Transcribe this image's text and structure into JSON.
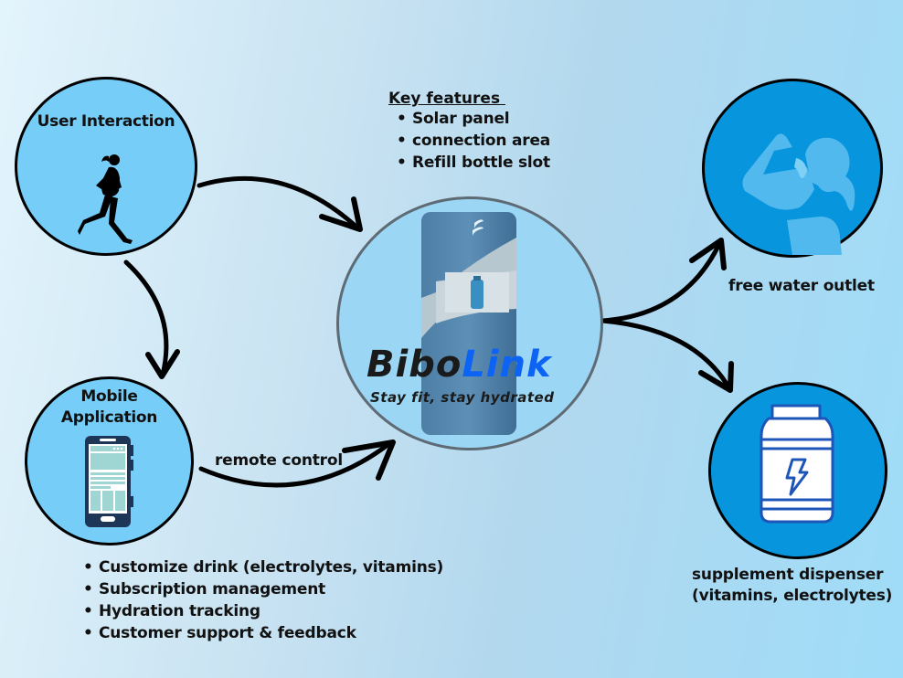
{
  "nodes": {
    "user_interaction": {
      "label": "User Interaction",
      "icon": "runner-icon"
    },
    "mobile_app": {
      "label_line1": "Mobile",
      "label_line2": "Application",
      "icon": "smartphone-icon"
    },
    "bibolink": {
      "brand_part1": "Bibo",
      "brand_part2": "Link",
      "tagline": "Stay fit, stay hydrated",
      "icon": "water-dispenser-icon",
      "brand_colors": {
        "dark": "#1a1a1a",
        "accent": "#0d63f3"
      }
    },
    "water_outlet": {
      "label": "free water outlet",
      "icon": "person-drinking-icon"
    },
    "supplement": {
      "label_line1": "supplement dispenser",
      "label_line2": "(vitamins, electrolytes)",
      "icon": "supplement-jar-icon"
    }
  },
  "key_features": {
    "heading": "Key features ",
    "items": [
      "Solar panel",
      "connection area",
      "Refill bottle slot"
    ]
  },
  "app_features": {
    "items": [
      "Customize drink (electrolytes, vitamins)",
      "Subscription management",
      "Hydration tracking",
      "Customer support & feedback"
    ]
  },
  "edges": {
    "remote_control_label": "remote control"
  },
  "colors": {
    "node_fill_light": "#75cdf8",
    "node_fill_dark": "#0795dd",
    "center_fill": "#9bd6f4"
  }
}
